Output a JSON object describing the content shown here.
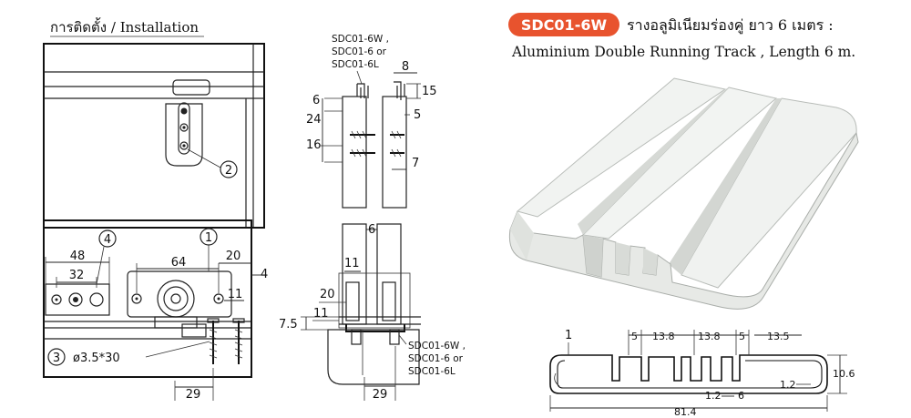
{
  "installation": {
    "title": "การติดตั้ง / Installation",
    "callouts": [
      "1",
      "2",
      "3",
      "4"
    ],
    "dims_bottom_left": {
      "d48": "48",
      "d32": "32",
      "d64": "64",
      "d20": "20",
      "d4": "4",
      "d11": "11",
      "d29": "29",
      "screw": "ø3.5*30"
    },
    "dims_top_middle": {
      "d8": "8",
      "d15": "15",
      "d6": "6",
      "d24": "24",
      "d5": "5",
      "d16": "16",
      "d7": "7"
    },
    "dims_bottom_middle": {
      "d6": "6",
      "d11": "11",
      "d20": "20",
      "d11b": "11",
      "d75": "7.5",
      "d29": "29"
    },
    "models_top": [
      "SDC01-6W ,",
      "SDC01-6 or",
      "SDC01-6L"
    ],
    "models_bottom": [
      "SDC01-6W ,",
      "SDC01-6 or",
      "SDC01-6L"
    ]
  },
  "product": {
    "badge": "SDC01-6W",
    "thai": "รางอลูมิเนียมร่องคู่ ยาว 6 เมตร :",
    "english": "Aluminium Double Running Track , Length 6 m.",
    "profile_dims": {
      "d1": "1",
      "d5a": "5",
      "d138a": "13.8",
      "d138b": "13.8",
      "d5b": "5",
      "d135": "13.5",
      "d106": "10.6",
      "d12a": "1.2",
      "d6": "6",
      "d12b": "1.2",
      "d814": "81.4"
    }
  },
  "colors": {
    "badge": "#e8532e",
    "track": "#eef0ee",
    "track_shade": "#c9cdc8",
    "line": "#222222"
  }
}
